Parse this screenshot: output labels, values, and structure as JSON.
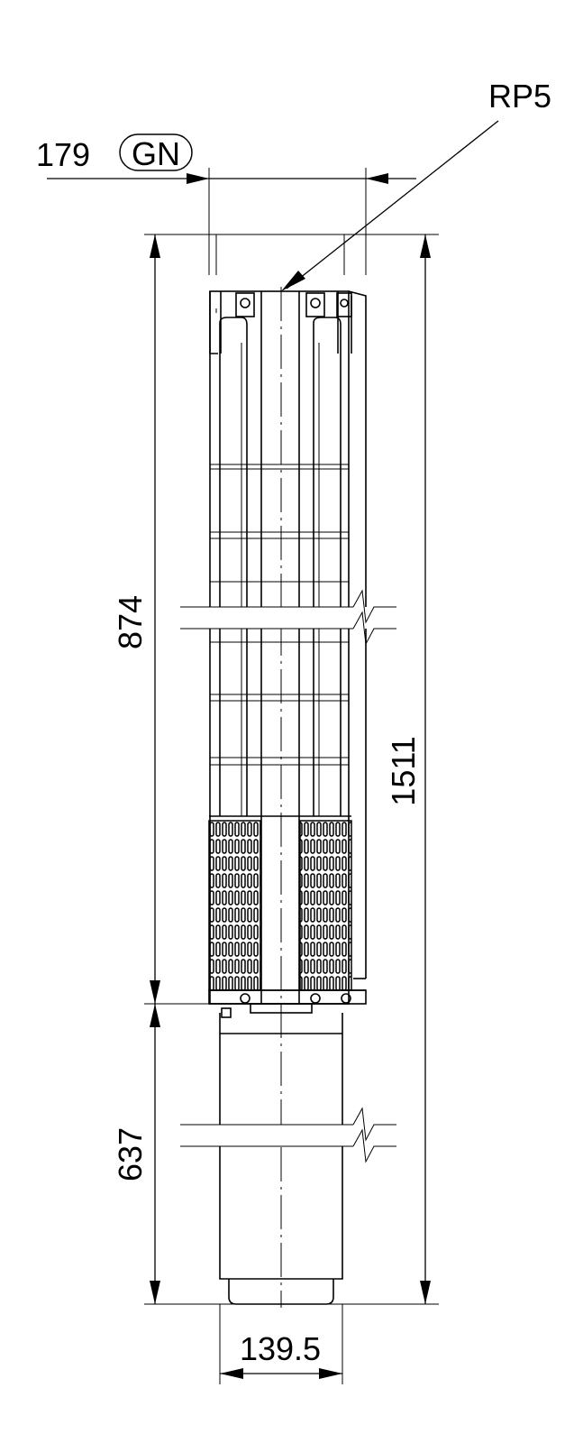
{
  "dimensions": {
    "top_width": "179",
    "thread_badge": "GN",
    "outlet": "RP5",
    "pump_length": "874",
    "total_length": "1511",
    "motor_length": "637",
    "motor_diameter": "139.5"
  }
}
